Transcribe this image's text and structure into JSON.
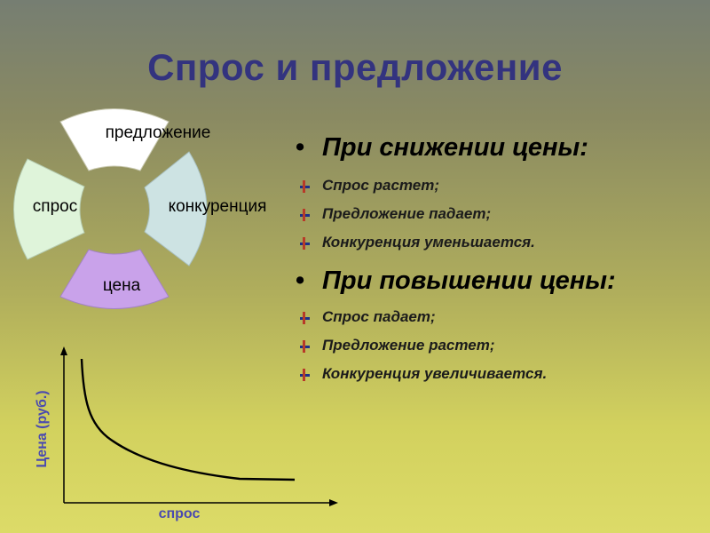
{
  "slide": {
    "title": "Спрос и предложение"
  },
  "cycle_diagram": {
    "segments": [
      {
        "label": "предложение",
        "color": "#ffffff"
      },
      {
        "label": "конкуренция",
        "color": "#cde3e3"
      },
      {
        "label": "цена",
        "color": "#c9a2ea"
      },
      {
        "label": "спрос",
        "color": "#dff4da"
      }
    ]
  },
  "text_panel": {
    "sections": [
      {
        "title": "При снижении цены:",
        "items": [
          "Спрос растет;",
          "Предложение падает;",
          "Конкуренция уменьшается."
        ]
      },
      {
        "title": "При повышении цены:",
        "items": [
          "Спрос падает;",
          "Предложение растет;",
          "Конкуренция увеличивается."
        ]
      }
    ]
  },
  "chart_data": {
    "type": "line",
    "xlabel": "спрос",
    "ylabel": "Цена (руб.)",
    "series": [
      {
        "shape": "decreasing convex demand curve",
        "color": "#000000"
      }
    ]
  }
}
